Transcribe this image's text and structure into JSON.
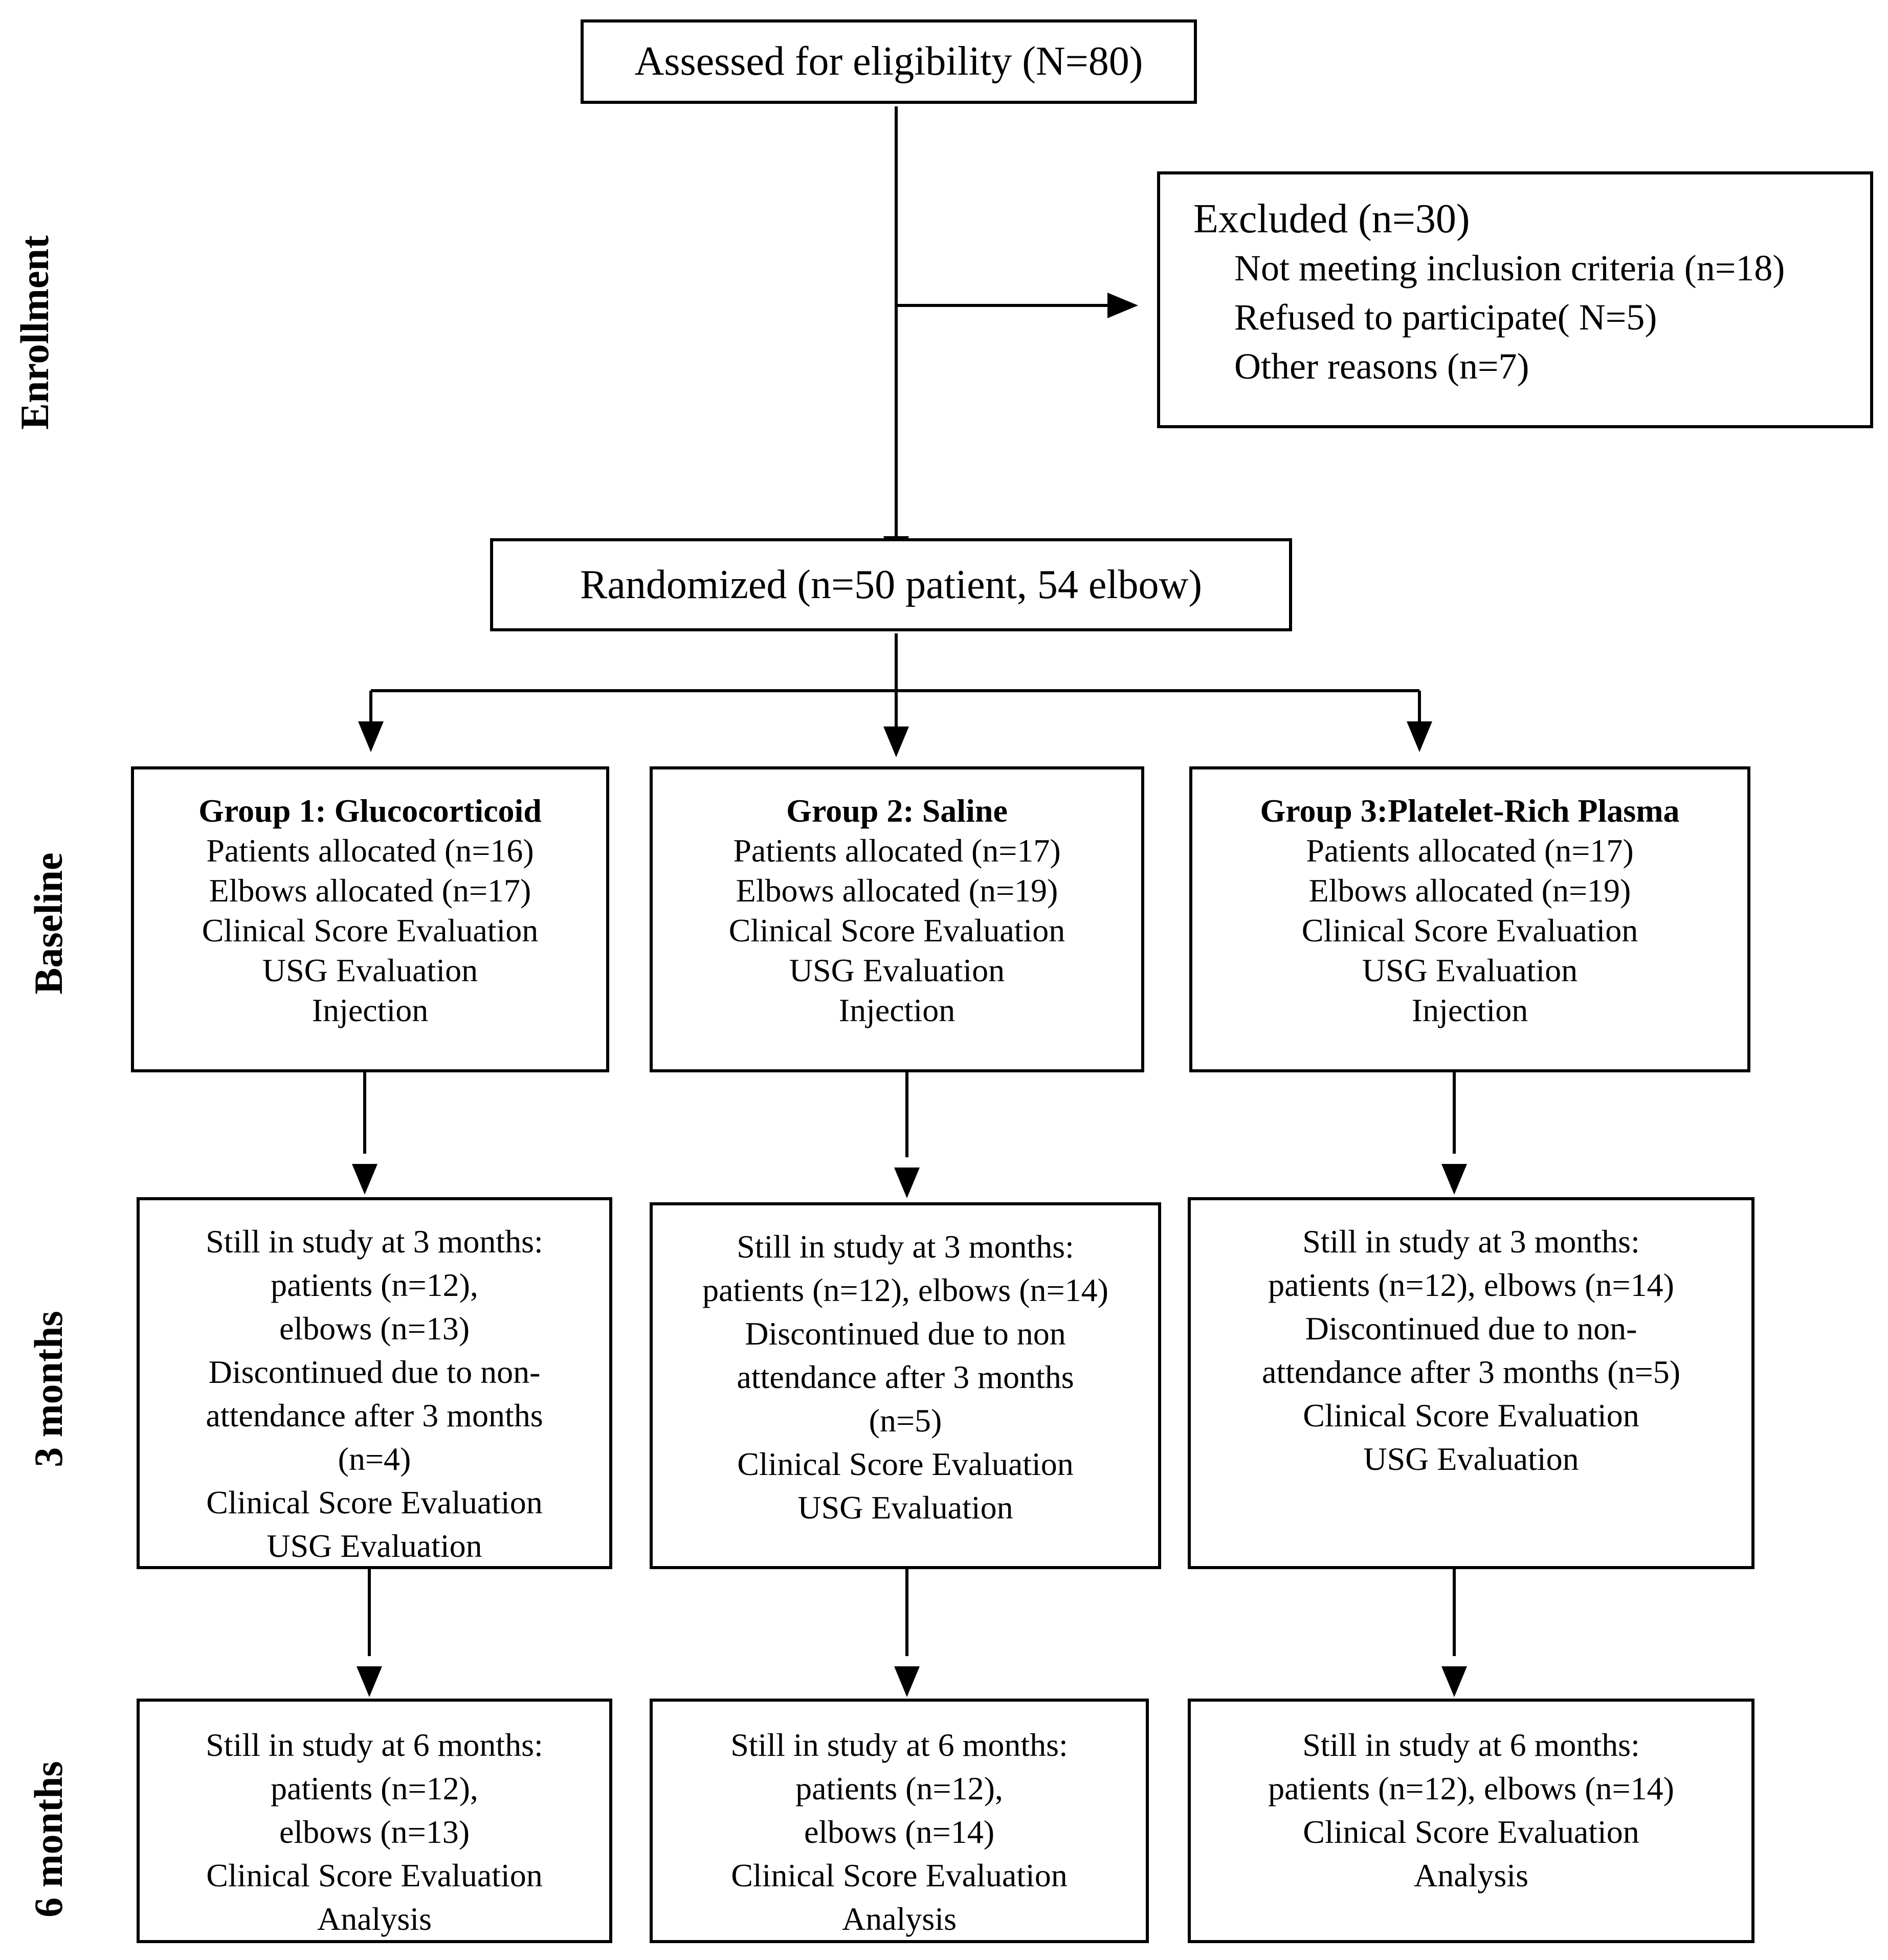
{
  "phases": {
    "enrollment": "Enrollment",
    "baseline": "Baseline",
    "three_months": "3 months",
    "six_months": "6 months"
  },
  "assessed": "Assessed for eligibility (N=80)",
  "excluded": {
    "title": "Excluded (n=30)",
    "items": [
      "Not meeting inclusion criteria (n=18)",
      "Refused to participate( N=5)",
      "Other reasons (n=7)"
    ]
  },
  "randomized": "Randomized (n=50 patient, 54 elbow)",
  "baseline_groups": [
    {
      "title": "Group 1: Glucocorticoid",
      "lines": [
        "Patients allocated (n=16)",
        "Elbows allocated (n=17)",
        "Clinical Score Evaluation",
        "USG Evaluation",
        "Injection"
      ]
    },
    {
      "title": "Group 2: Saline",
      "lines": [
        "Patients allocated (n=17)",
        "Elbows allocated (n=19)",
        "Clinical Score Evaluation",
        "USG Evaluation",
        "Injection"
      ]
    },
    {
      "title": "Group 3:Platelet-Rich Plasma",
      "lines": [
        "Patients allocated (n=17)",
        "Elbows allocated (n=19)",
        "Clinical Score Evaluation",
        "USG Evaluation",
        "Injection"
      ]
    }
  ],
  "three_months_groups": [
    {
      "lines": [
        "Still in study at 3 months:",
        "patients (n=12),",
        "elbows (n=13)",
        "Discontinued due to non-",
        "attendance after 3 months",
        "(n=4)",
        "Clinical Score Evaluation",
        "USG Evaluation"
      ]
    },
    {
      "lines": [
        "Still in study at 3 months:",
        "patients (n=12), elbows (n=14)",
        "Discontinued due to non",
        "attendance after 3 months",
        "(n=5)",
        "Clinical Score Evaluation",
        "USG Evaluation"
      ]
    },
    {
      "lines": [
        "Still in study at 3 months:",
        "patients (n=12), elbows (n=14)",
        "Discontinued due to non-",
        "attendance after 3 months (n=5)",
        "Clinical Score Evaluation",
        "USG Evaluation"
      ]
    }
  ],
  "six_months_groups": [
    {
      "lines": [
        "Still in study at 6 months:",
        "patients (n=12),",
        "elbows (n=13)",
        "Clinical Score Evaluation",
        "Analysis"
      ]
    },
    {
      "lines": [
        "Still in study at 6 months:",
        "patients (n=12),",
        "elbows (n=14)",
        "Clinical Score Evaluation",
        "Analysis"
      ]
    },
    {
      "lines": [
        "Still in study at 6 months:",
        "patients (n=12), elbows (n=14)",
        "Clinical Score Evaluation",
        "Analysis"
      ]
    }
  ]
}
